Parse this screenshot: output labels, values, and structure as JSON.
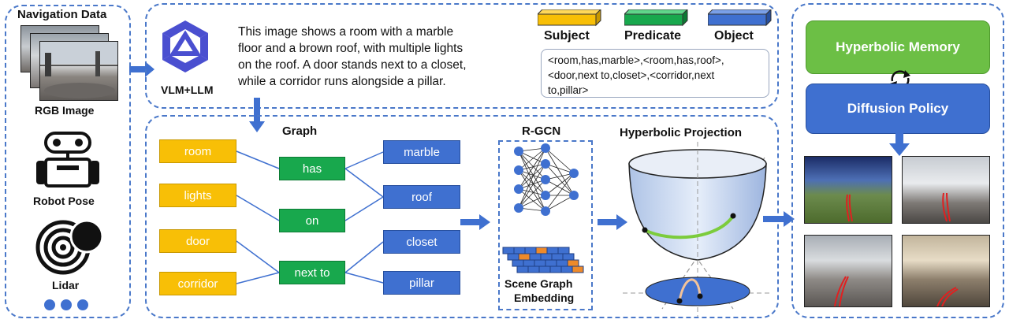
{
  "left_panel": {
    "title": "Navigation Data",
    "rgb_label": "RGB Image",
    "pose_label": "Robot Pose",
    "lidar_label": "Lidar"
  },
  "vlm": {
    "label": "VLM+LLM",
    "description_lines": [
      "This image shows a room with a marble",
      "floor and a brown roof, with multiple lights",
      "on the roof. A door stands next to a closet,",
      "while a corridor runs alongside a pillar."
    ]
  },
  "legend": {
    "subject": "Subject",
    "predicate": "Predicate",
    "object": "Object",
    "colors": {
      "subject": "#f8bf06",
      "predicate": "#18a84d",
      "object": "#3f70d0"
    }
  },
  "triples_lines": [
    "<room,has,marble>,<room,has,roof>,",
    "<door,next to,closet>,<corridor,next",
    "to,pillar>"
  ],
  "graph": {
    "title": "Graph",
    "subjects": [
      "room",
      "lights",
      "door",
      "corridor"
    ],
    "predicates": [
      "has",
      "on",
      "next to"
    ],
    "objects": [
      "marble",
      "roof",
      "closet",
      "pillar"
    ]
  },
  "rgcn": {
    "title": "R-GCN",
    "embedding_label_1": "Scene Graph",
    "embedding_label_2": "Embedding"
  },
  "hyperbolic": {
    "title": "Hyperbolic Projection"
  },
  "right_panel": {
    "memory_label": "Hyperbolic Memory",
    "policy_label": "Diffusion Policy",
    "memory_color": "#6cbf45",
    "policy_color": "#3f70d0"
  }
}
